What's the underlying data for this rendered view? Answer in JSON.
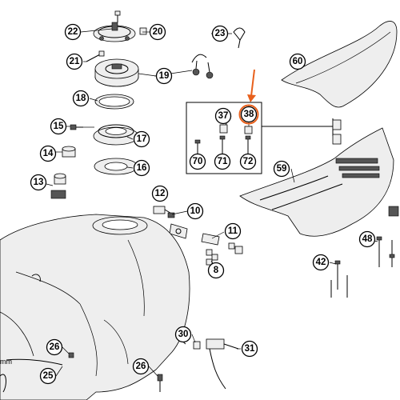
{
  "callouts": [
    {
      "id": "c22",
      "label": "22"
    },
    {
      "id": "c20",
      "label": "20"
    },
    {
      "id": "c23",
      "label": "23"
    },
    {
      "id": "c21",
      "label": "21"
    },
    {
      "id": "c19",
      "label": "19"
    },
    {
      "id": "c60",
      "label": "60"
    },
    {
      "id": "c18",
      "label": "18"
    },
    {
      "id": "c37",
      "label": "37"
    },
    {
      "id": "c38",
      "label": "38"
    },
    {
      "id": "c15",
      "label": "15"
    },
    {
      "id": "c17",
      "label": "17"
    },
    {
      "id": "c14",
      "label": "14"
    },
    {
      "id": "c16",
      "label": "16"
    },
    {
      "id": "c70",
      "label": "70"
    },
    {
      "id": "c71",
      "label": "71"
    },
    {
      "id": "c72",
      "label": "72"
    },
    {
      "id": "c59",
      "label": "59"
    },
    {
      "id": "c13",
      "label": "13"
    },
    {
      "id": "c12",
      "label": "12"
    },
    {
      "id": "c10",
      "label": "10"
    },
    {
      "id": "c11",
      "label": "11"
    },
    {
      "id": "c48",
      "label": "48"
    },
    {
      "id": "c8",
      "label": "8"
    },
    {
      "id": "c42",
      "label": "42"
    },
    {
      "id": "c30",
      "label": "30"
    },
    {
      "id": "c31",
      "label": "31"
    },
    {
      "id": "c26a",
      "label": "26"
    },
    {
      "id": "c25",
      "label": "25"
    },
    {
      "id": "c26b",
      "label": "26"
    }
  ],
  "dimension_text": "mm",
  "colors": {
    "highlight": "#e8601c",
    "line": "#000000",
    "background": "#ffffff"
  }
}
